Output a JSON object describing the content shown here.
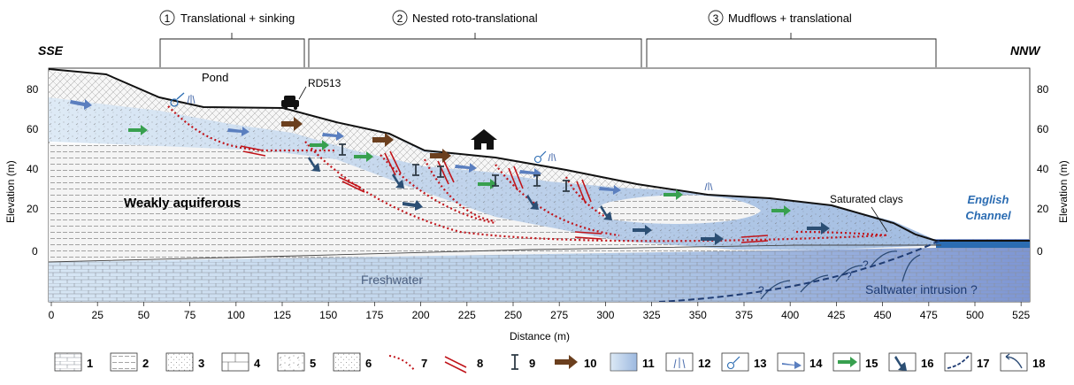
{
  "zones": [
    {
      "num": "1",
      "label": "Translational + sinking"
    },
    {
      "num": "2",
      "label": "Nested roto-translational"
    },
    {
      "num": "3",
      "label": "Mudflows + translational"
    }
  ],
  "orientation": {
    "left": "SSE",
    "right": "NNW"
  },
  "labels": {
    "pond": "Pond",
    "road": "RD513",
    "aquifer": "Weakly aquiferous",
    "saturated": "Saturated clays",
    "sea_line1": "English",
    "sea_line2": "Channel",
    "freshwater": "Freshwater",
    "saltwater": "Saltwater intrusion ?",
    "question": "?"
  },
  "axes": {
    "y_title": "Elevation (m)",
    "x_title": "Distance (m)",
    "y_ticks": [
      "80",
      "60",
      "40",
      "20",
      "0"
    ],
    "x_ticks": [
      "0",
      "25",
      "50",
      "75",
      "100",
      "125",
      "150",
      "175",
      "200",
      "225",
      "250",
      "275",
      "300",
      "325",
      "350",
      "375",
      "400",
      "425",
      "450",
      "475",
      "500",
      "525"
    ]
  },
  "legend": [
    "1",
    "2",
    "3",
    "4",
    "5",
    "6",
    "7",
    "8",
    "9",
    "10",
    "11",
    "12",
    "13",
    "14",
    "15",
    "16",
    "17",
    "18"
  ],
  "colors": {
    "slip": "#c0141a",
    "infiltration": "#5b7fbf",
    "lateral_flow": "#38a04f",
    "vertical_drainage": "#2f3b46",
    "flow_direction": "#6b3f1e",
    "groundwater": "#aac7e6",
    "sea": "#2b6cb2"
  }
}
